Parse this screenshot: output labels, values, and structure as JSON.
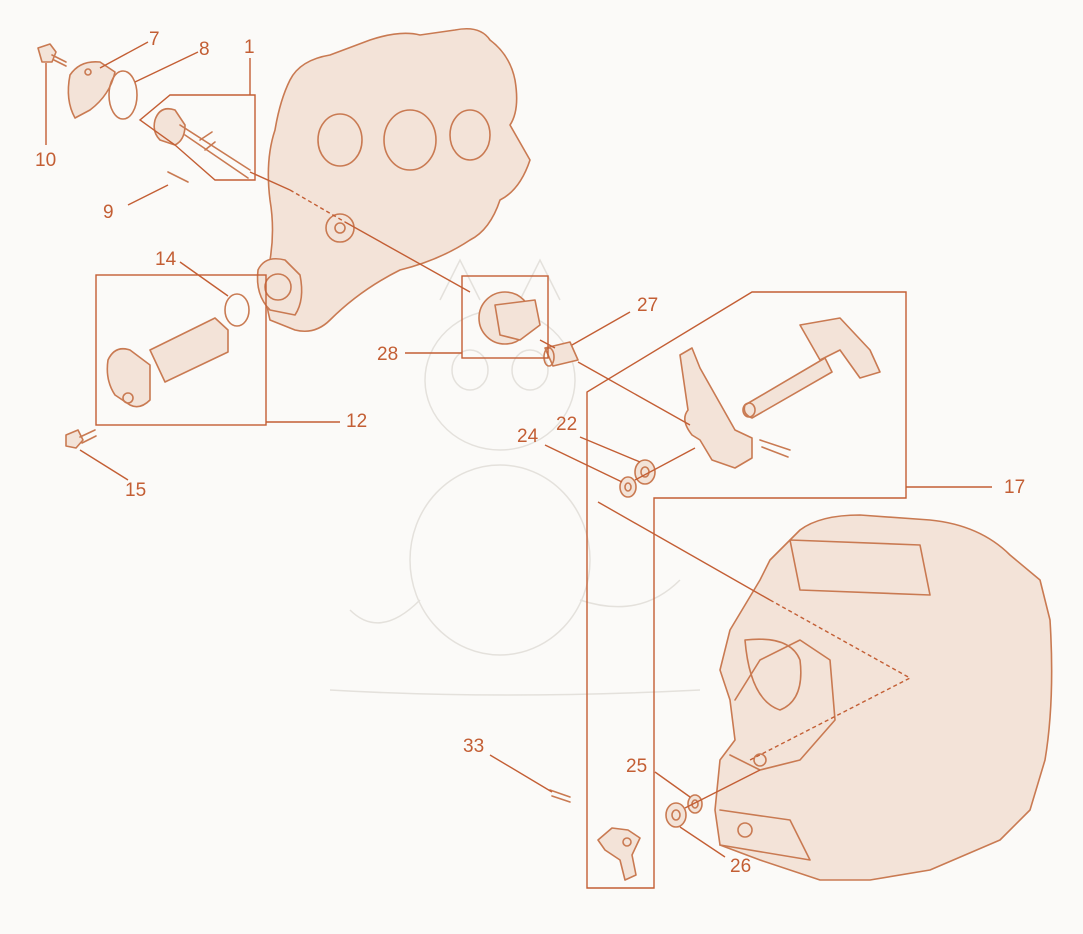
{
  "callouts": [
    {
      "id": "1",
      "text": "1"
    },
    {
      "id": "7",
      "text": "7"
    },
    {
      "id": "8",
      "text": "8"
    },
    {
      "id": "9",
      "text": "9"
    },
    {
      "id": "10",
      "text": "10"
    },
    {
      "id": "12",
      "text": "12"
    },
    {
      "id": "14",
      "text": "14"
    },
    {
      "id": "15",
      "text": "15"
    },
    {
      "id": "17",
      "text": "17"
    },
    {
      "id": "22",
      "text": "22"
    },
    {
      "id": "24",
      "text": "24"
    },
    {
      "id": "25",
      "text": "25"
    },
    {
      "id": "26",
      "text": "26"
    },
    {
      "id": "27",
      "text": "27"
    },
    {
      "id": "28",
      "text": "28"
    },
    {
      "id": "33",
      "text": "33"
    }
  ],
  "colors": {
    "line": "#c35e34",
    "part_stroke": "#c97a52",
    "background": "#fbfaf8"
  }
}
